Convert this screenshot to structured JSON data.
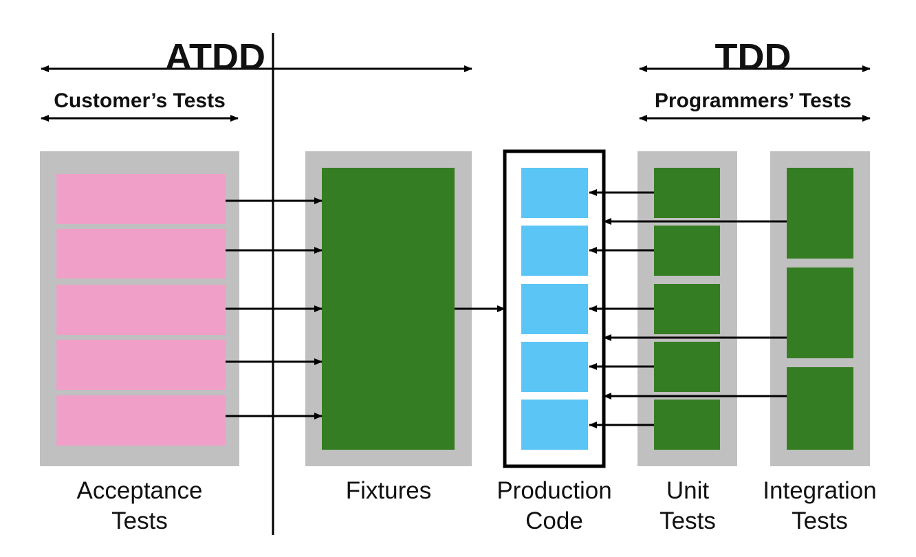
{
  "headers": {
    "atdd": "ATDD",
    "tdd": "TDD",
    "customers_tests": "Customer’s Tests",
    "programmers_tests": "Programmers’ Tests"
  },
  "captions": {
    "acceptance_line1": "Acceptance",
    "acceptance_line2": "Tests",
    "fixtures": "Fixtures",
    "production_line1": "Production",
    "production_line2": "Code",
    "unit_line1": "Unit",
    "unit_line2": "Tests",
    "integration_line1": "Integration",
    "integration_line2": "Tests"
  },
  "colors": {
    "panel_gray": "#c0c0c0",
    "acceptance_pink": "#f0a0c8",
    "fixture_green": "#357d22",
    "code_blue": "#5bc5f6",
    "line_black": "#000000"
  }
}
